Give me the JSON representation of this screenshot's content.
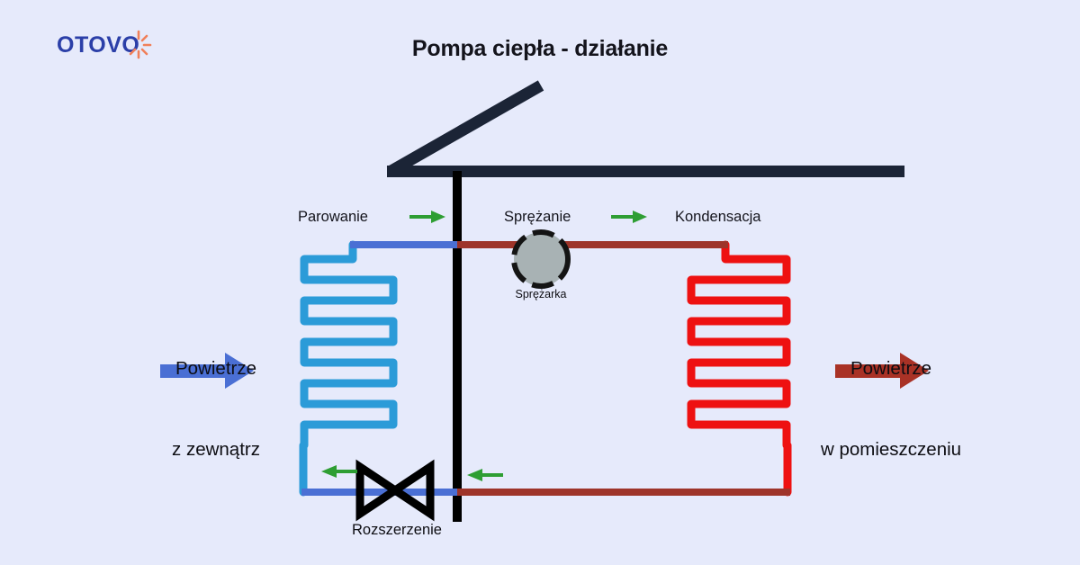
{
  "brand": {
    "logo_text": "OTOVO",
    "logo_icon": "spark-icon",
    "logo_text_color": "#2b3fa8",
    "logo_spark_color": "#f0805a"
  },
  "page": {
    "title": "Pompa ciepła - działanie",
    "background_color": "#e6eafb"
  },
  "diagram": {
    "type": "heat-pump-cycle",
    "stage_labels": {
      "evaporation": "Parowanie",
      "compression": "Sprężanie",
      "condensation": "Kondensacja"
    },
    "component_labels": {
      "compressor": "Sprężarka",
      "expansion_valve": "Rozszerzenie"
    },
    "air_labels": {
      "outside": "Powietrze\nz zewnątrz",
      "outside_line1": "Powietrze",
      "outside_line2": "z zewnątrz",
      "inside": "Powietrze\nw pomieszczeniu",
      "inside_line1": "Powietrze",
      "inside_line2": "w pomieszczeniu"
    },
    "colors": {
      "cold_coil": "#2b9bd8",
      "cold_pipe": "#4a6fd4",
      "hot_coil": "#ee1111",
      "hot_pipe": "#9e342a",
      "house_outline": "#1b2436",
      "wall": "#000000",
      "flow_arrow": "#2e9e33",
      "compressor_fill": "#a8b2b4",
      "compressor_stroke": "#141414",
      "outside_arrow": "#4a6fd4",
      "inside_arrow": "#a93226"
    },
    "icons": {
      "house": "house-outline-icon",
      "wall": "wall-divider-icon",
      "compressor": "compressor-circle-icon",
      "expansion_valve": "bowtie-valve-icon",
      "cold_coil": "evaporator-coil-icon",
      "hot_coil": "condenser-coil-icon",
      "outside_air_arrow": "arrow-right-icon",
      "inside_air_arrow": "arrow-right-icon",
      "flow_arrow_evaporation": "arrow-right-icon",
      "flow_arrow_compression": "arrow-right-icon",
      "flow_arrow_return_left": "arrow-left-icon",
      "flow_arrow_return_right": "arrow-left-icon"
    }
  }
}
